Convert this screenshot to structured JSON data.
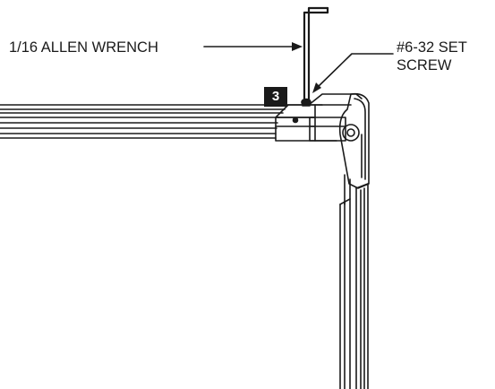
{
  "labels": {
    "wrench": "1/16 ALLEN WRENCH",
    "screw_line1": "#6-32 SET",
    "screw_line2": "SCREW"
  },
  "step": {
    "number": "3"
  },
  "colors": {
    "line": "#1a1a1a",
    "badge_bg": "#1a1a1a",
    "badge_text": "#ffffff",
    "background": "#ffffff"
  }
}
